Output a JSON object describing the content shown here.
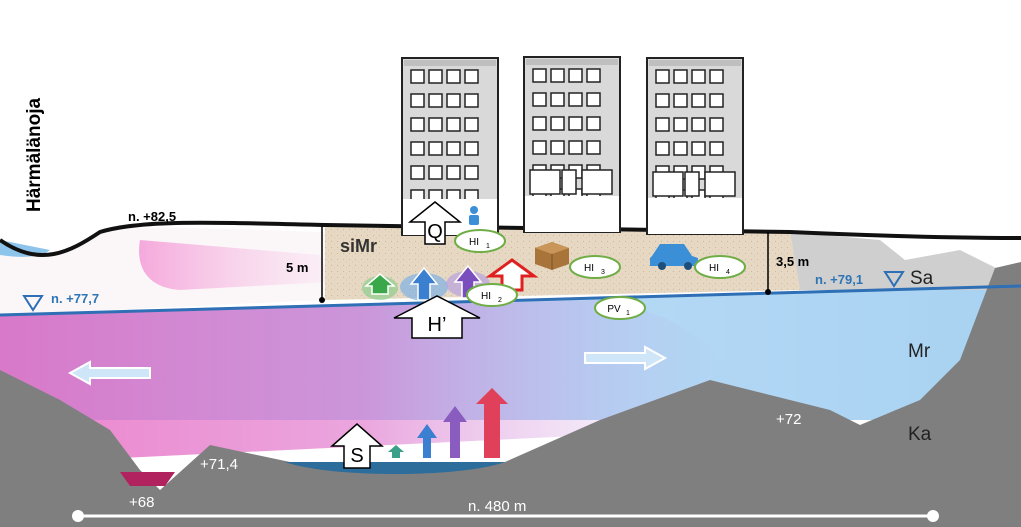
{
  "labels": {
    "river": "Härmälänoja",
    "elev_left_top": "n. +82,5",
    "elev_left_water": "n. +77,7",
    "elev_right_water": "n. +79,1",
    "depth_left": "5 m",
    "depth_right": "3,5 m",
    "soil_top": "siMr",
    "layer_sa": "Sa",
    "layer_mr": "Mr",
    "layer_ka": "Ka",
    "elev_72": "+72",
    "elev_71": "+71,4",
    "elev_68": "+68",
    "distance": "n. 480 m"
  },
  "arrows": {
    "q": "Q",
    "h": "H’",
    "s": "S"
  },
  "badges": {
    "hi1_base": "HI",
    "hi1_sub": "1",
    "hi2_base": "HI",
    "hi2_sub": "2",
    "hi3_base": "HI",
    "hi3_sub": "3",
    "hi4_base": "HI",
    "hi4_sub": "4",
    "pv1_base": "PV",
    "pv1_sub": "1"
  },
  "colors": {
    "water_line": "#2e6fb5",
    "label_blue": "#2e75b6",
    "bedrock": "#7f7f7f",
    "aquifer": "#a9d3f2",
    "contamination": "#e040b0",
    "fill_soil": "#e8dccb",
    "badge_border": "#70ad47"
  }
}
